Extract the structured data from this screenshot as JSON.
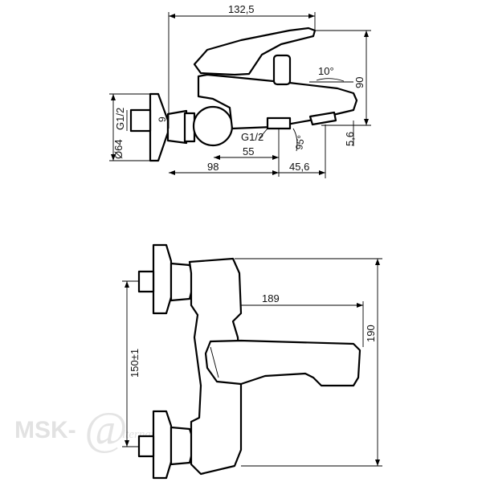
{
  "watermark": {
    "prefix": "MSK-",
    "at": "@",
    "suffix": "lternativa.ru"
  },
  "side_view": {
    "dim_width_total": "132,5",
    "dim_height": "90",
    "dim_angle_lever": "10°",
    "dim_thread_inlet": "G1/2",
    "dim_flange_dia": "Ø64",
    "dim_body_offset": "9",
    "dim_outlet_thread": "G1/2",
    "dim_outlet_angle": "95°",
    "dim_spout_height": "5,6",
    "dim_outlet_pos": "55",
    "dim_body_len": "98",
    "dim_spout_len": "45,6"
  },
  "top_view": {
    "dim_depth": "189",
    "dim_height": "190",
    "dim_center_distance": "150±1"
  }
}
